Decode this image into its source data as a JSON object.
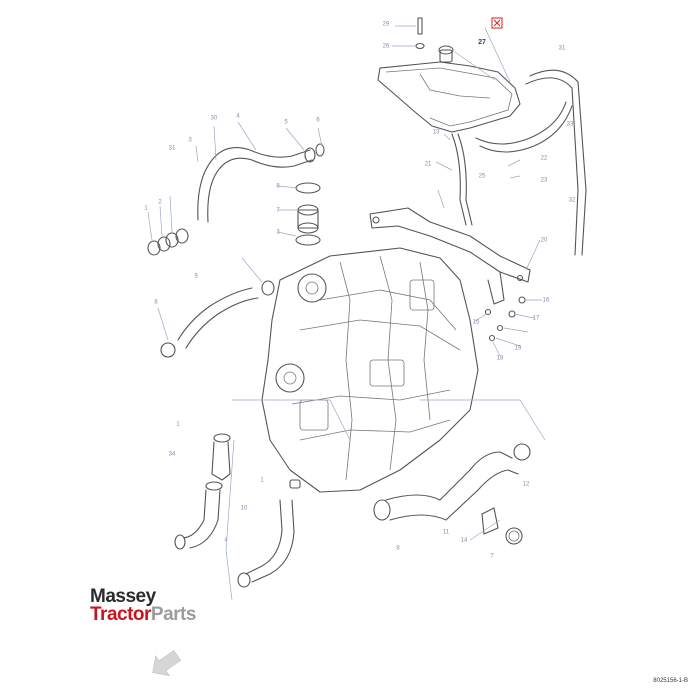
{
  "diagram": {
    "callouts": [
      "29",
      "26",
      "27",
      "31",
      "33",
      "30",
      "3",
      "4",
      "5",
      "6",
      "31",
      "13",
      "21",
      "22",
      "23",
      "2",
      "1",
      "8",
      "7",
      "3",
      "32",
      "25",
      "20",
      "9",
      "8",
      "15",
      "16",
      "17",
      "18",
      "19",
      "1",
      "34",
      "1",
      "10",
      "4",
      "12",
      "11",
      "14",
      "8",
      "7"
    ],
    "drawing_code": "8025156-1-B"
  },
  "logo": {
    "line1": "Massey",
    "line2_part1": "Tractor",
    "line2_part2": "Parts",
    "color_primary": "#c8141e",
    "color_secondary": "#9c9c9c",
    "color_dark": "#2b2b2b"
  },
  "colors": {
    "linework": "#555555",
    "callout_text": "#7f8fb0",
    "highlight": "#2a3f8f",
    "marker": "#d02020"
  }
}
